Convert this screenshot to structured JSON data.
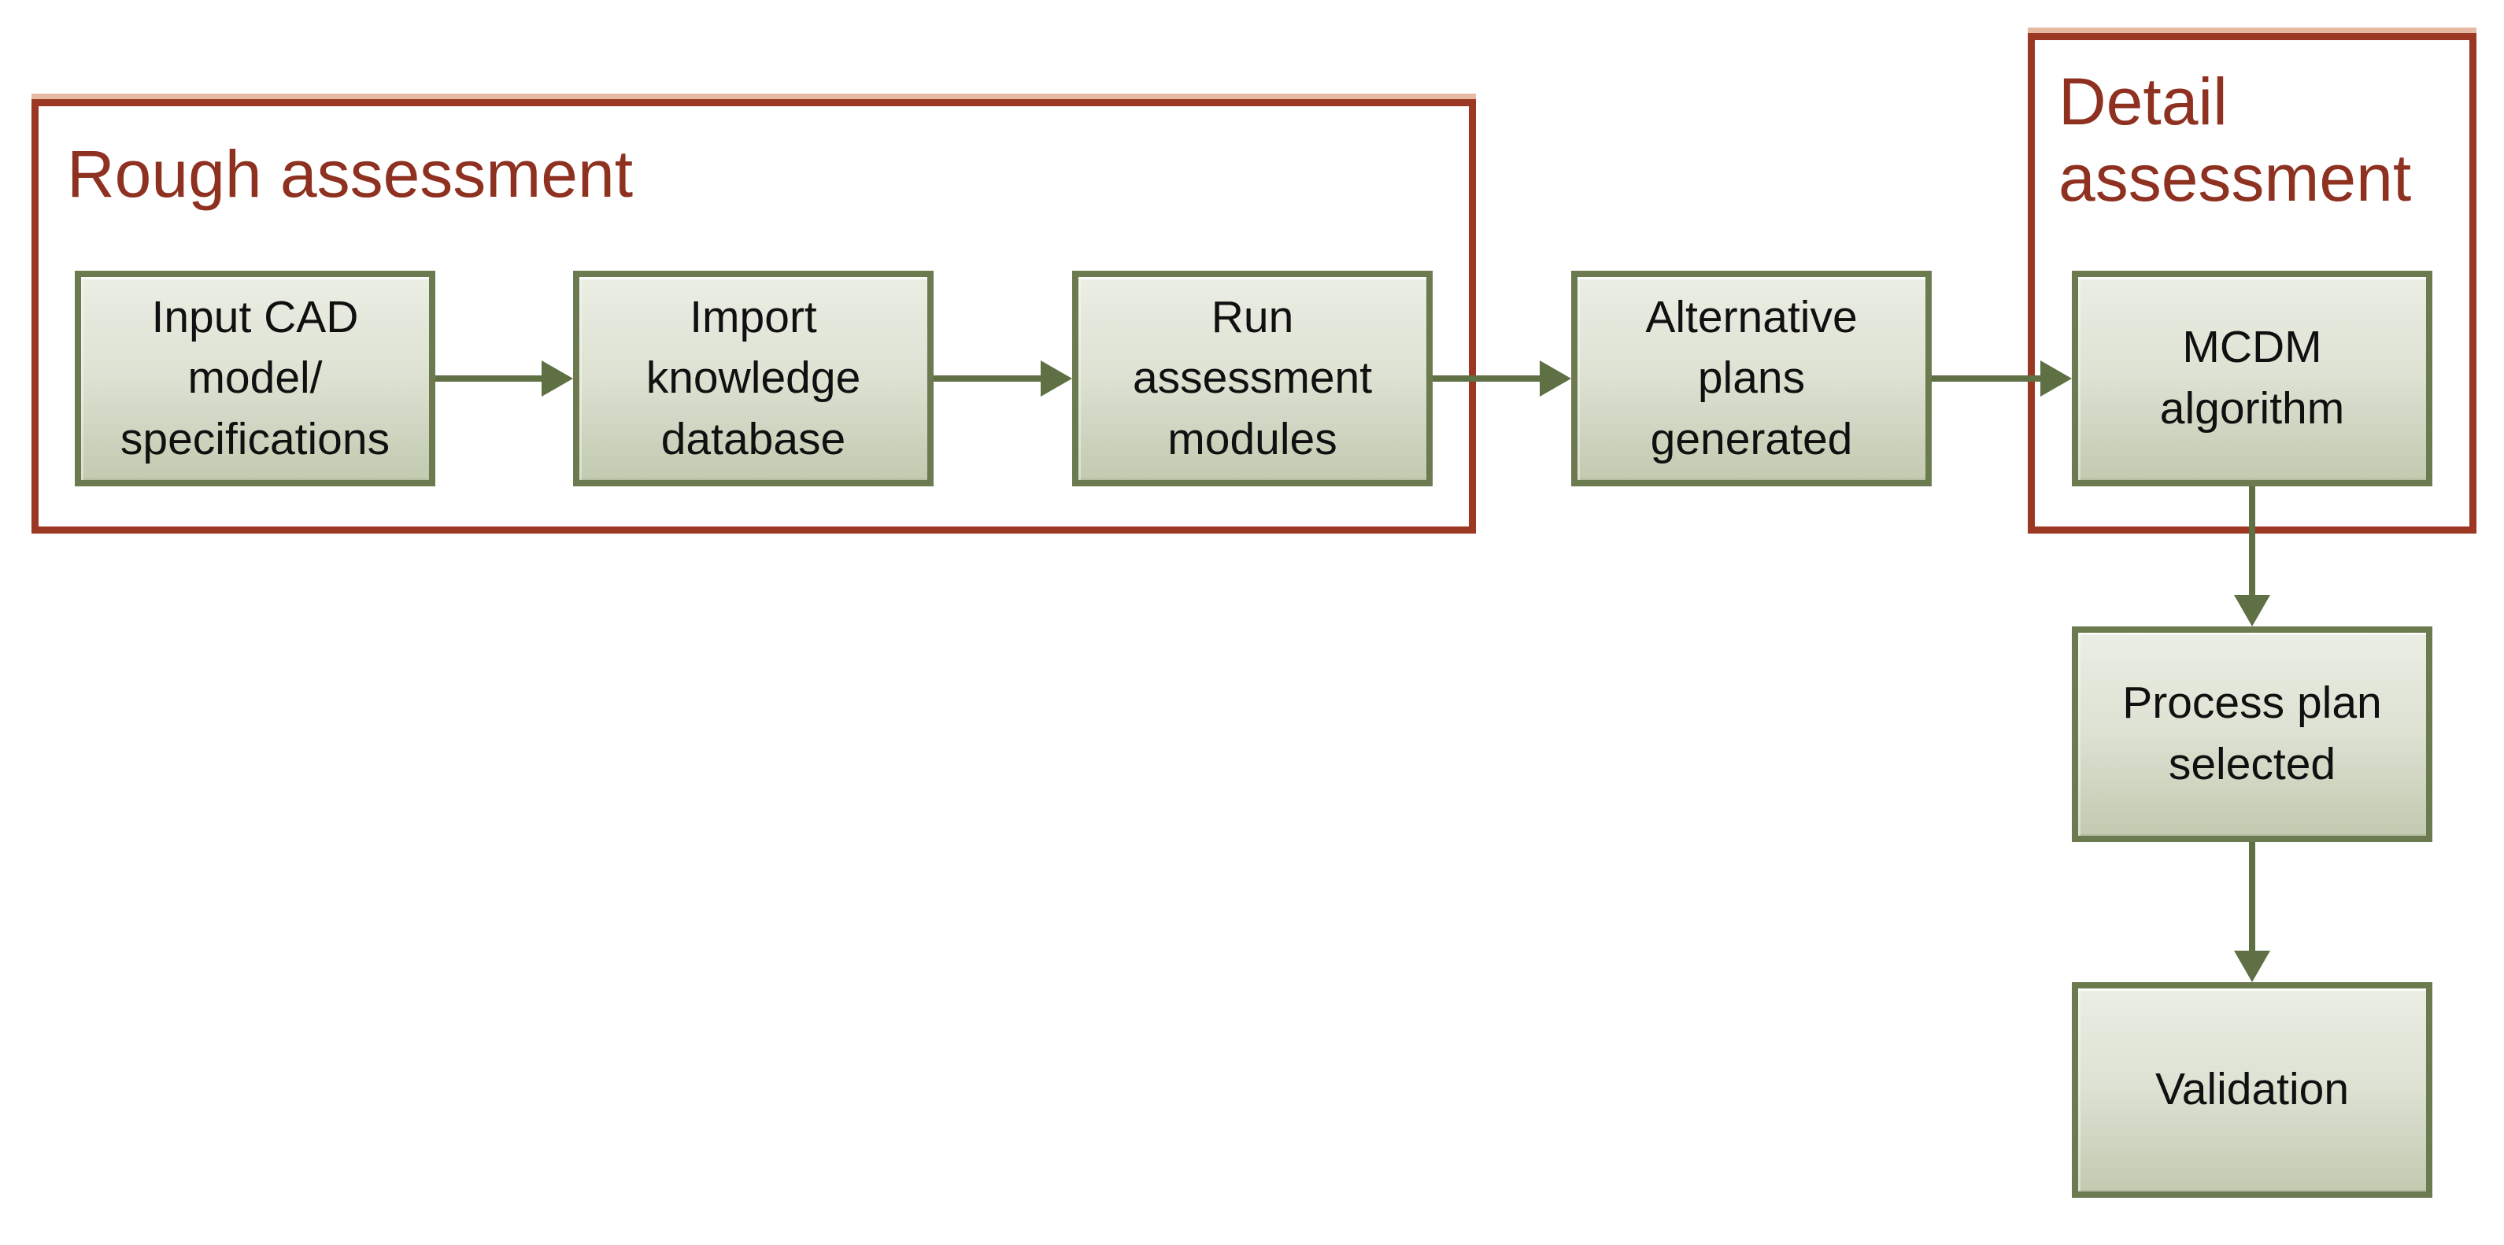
{
  "colors": {
    "container_border": "#9b3722",
    "container_highlight": "#e5b9a2",
    "title_text": "#8e3120",
    "node_border": "#6c7a50",
    "node_fill_top": "#ebeee4",
    "node_fill_bottom": "#c2cab0",
    "node_text": "#101010",
    "arrow": "#5e7044",
    "background": "#ffffff"
  },
  "diagram": {
    "containers": [
      {
        "id": "rough-assessment",
        "label": "Rough assessment"
      },
      {
        "id": "detail-assessment",
        "label": "Detail\nassessment"
      }
    ],
    "nodes": [
      {
        "id": "input-cad",
        "label": "Input CAD\nmodel/\nspecifications",
        "group": "rough-assessment"
      },
      {
        "id": "import-knowledge",
        "label": "Import\nknowledge\ndatabase",
        "group": "rough-assessment"
      },
      {
        "id": "run-assessment",
        "label": "Run\nassessment\nmodules",
        "group": "rough-assessment"
      },
      {
        "id": "alternative-plans",
        "label": "Alternative\nplans\ngenerated",
        "group": ""
      },
      {
        "id": "mcdm-algorithm",
        "label": "MCDM\nalgorithm",
        "group": "detail-assessment"
      },
      {
        "id": "process-plan",
        "label": "Process plan\nselected",
        "group": ""
      },
      {
        "id": "validation",
        "label": "Validation",
        "group": ""
      }
    ],
    "arrows": [
      {
        "from": "input-cad",
        "to": "import-knowledge",
        "direction": "right"
      },
      {
        "from": "import-knowledge",
        "to": "run-assessment",
        "direction": "right"
      },
      {
        "from": "run-assessment",
        "to": "alternative-plans",
        "direction": "right"
      },
      {
        "from": "alternative-plans",
        "to": "mcdm-algorithm",
        "direction": "right"
      },
      {
        "from": "mcdm-algorithm",
        "to": "process-plan",
        "direction": "down"
      },
      {
        "from": "process-plan",
        "to": "validation",
        "direction": "down"
      }
    ]
  }
}
